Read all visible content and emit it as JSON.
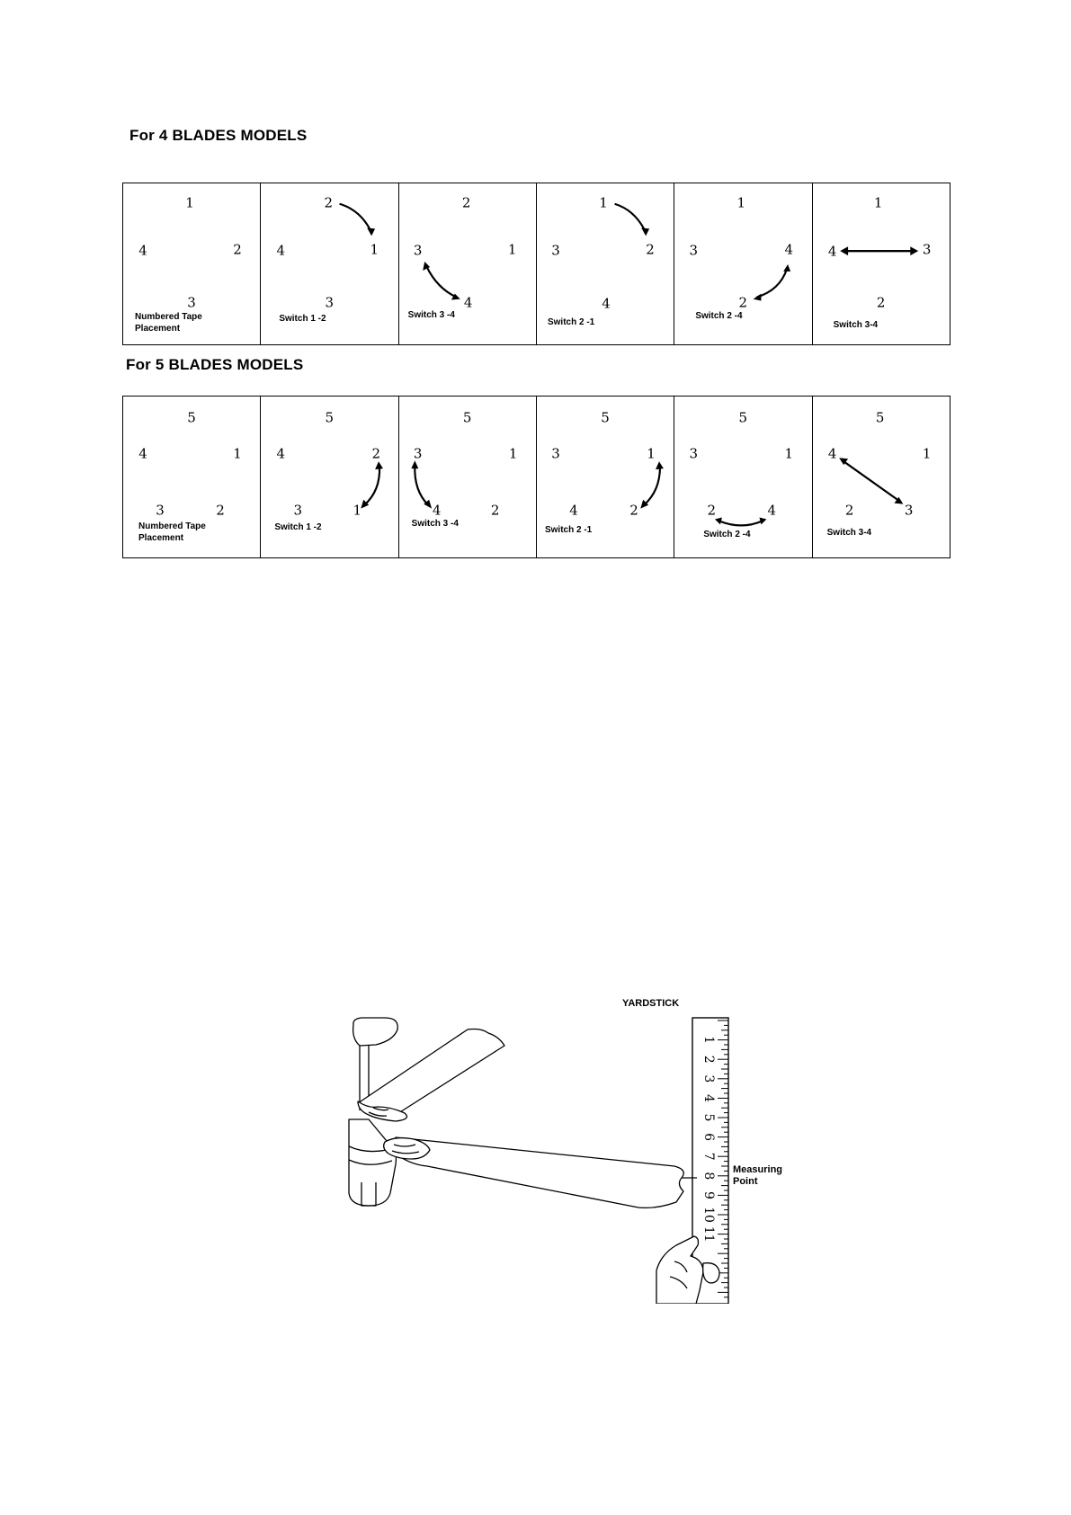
{
  "four_blades": {
    "title": "For 4 BLADES MODELS",
    "panels": [
      {
        "numbers": {
          "top": "1",
          "left": "4",
          "right": "2",
          "bottom": "3"
        },
        "caption": "Numbered Tape\nPlacement"
      },
      {
        "numbers": {
          "top": "2",
          "left": "4",
          "right": "1",
          "bottom": "3"
        },
        "caption": "Switch 1 -2"
      },
      {
        "numbers": {
          "top": "2",
          "left": "3",
          "right": "1",
          "bottom": "4"
        },
        "caption": "Switch 3 -4"
      },
      {
        "numbers": {
          "top": "1",
          "left": "3",
          "right": "2",
          "bottom": "4"
        },
        "caption": "Switch 2 -1"
      },
      {
        "numbers": {
          "top": "1",
          "left": "3",
          "right": "4",
          "bottom": "2"
        },
        "caption": "Switch 2 -4"
      },
      {
        "numbers": {
          "top": "1",
          "left": "4",
          "right": "3",
          "bottom": "2"
        },
        "caption": "Switch 3-4"
      }
    ]
  },
  "five_blades": {
    "title": "For 5  BLADES MODELS",
    "panels": [
      {
        "numbers": {
          "top": "5",
          "left": "4",
          "right": "1",
          "bottom_left": "3",
          "bottom_right": "2"
        },
        "caption": "Numbered Tape\nPlacement"
      },
      {
        "numbers": {
          "top": "5",
          "left": "4",
          "right": "2",
          "bottom_left": "3",
          "bottom_right": "1"
        },
        "caption": "Switch 1 -2"
      },
      {
        "numbers": {
          "top": "5",
          "left": "3",
          "right": "1",
          "bottom_left": "4",
          "bottom_right": "2"
        },
        "caption": "Switch 3 -4"
      },
      {
        "numbers": {
          "top": "5",
          "left": "3",
          "right": "1",
          "bottom_left": "4",
          "bottom_right": "2"
        },
        "caption": "Switch 2 -1"
      },
      {
        "numbers": {
          "top": "5",
          "left": "3",
          "right": "1",
          "bottom_left": "2",
          "bottom_right": "4"
        },
        "caption": "Switch 2 -4"
      },
      {
        "numbers": {
          "top": "5",
          "left": "4",
          "right": "1",
          "bottom_left": "2",
          "bottom_right": "3"
        },
        "caption": "Switch 3-4"
      }
    ]
  },
  "figure": {
    "yardstick_label": "YARDSTICK",
    "measuring_label": "Measuring\nPoint",
    "ruler_numbers": [
      "1",
      "2",
      "3",
      "4",
      "5",
      "6",
      "7",
      "8",
      "9",
      "10",
      "11"
    ]
  }
}
